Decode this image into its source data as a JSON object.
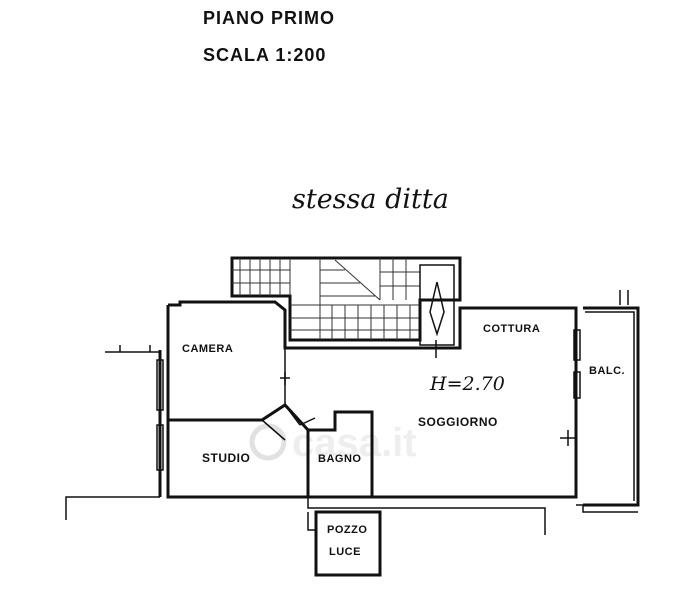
{
  "header": {
    "floor_label": "PIANO PRIMO",
    "scale_label": "SCALA 1:200"
  },
  "annotation": {
    "note": "stessa ditta"
  },
  "rooms": {
    "camera": "CAMERA",
    "cottura": "COTTURA",
    "balc": "BALC.",
    "height": "H=2.70",
    "soggiorno": "SOGGIORNO",
    "studio": "STUDIO",
    "bagno": "BAGNO",
    "pozzo_line1": "POZZO",
    "pozzo_line2": "LUCE"
  },
  "watermark": {
    "text": "casa.it"
  }
}
